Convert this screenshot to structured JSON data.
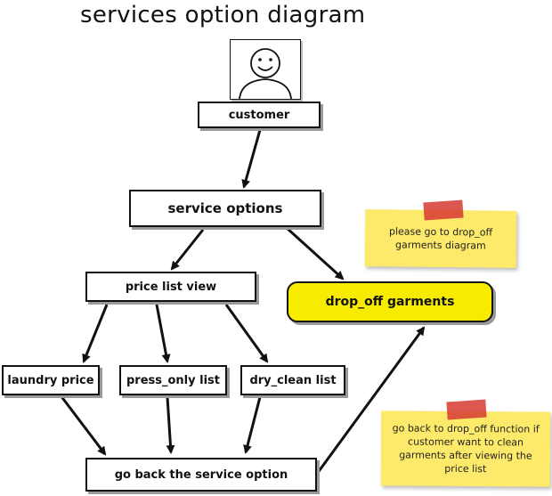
{
  "title": "services option diagram",
  "nodes": {
    "customer": "customer",
    "service_options": "service options",
    "price_list_view": "price list view",
    "drop_off_garments": "drop_off garments",
    "laundry_price": "laundry price",
    "press_only_list": "press_only list",
    "dry_clean_list": "dry_clean list",
    "go_back": "go back the service option"
  },
  "notes": {
    "drop_off_note": "please go to drop_off garments diagram",
    "go_back_note": "go back to drop_off function if customer want to clean garments after viewing the price list"
  },
  "colors": {
    "highlight": "#f7ec00",
    "sticky_note": "#fde96a",
    "tape": "#d63a30"
  },
  "icons": [
    "person-icon"
  ]
}
